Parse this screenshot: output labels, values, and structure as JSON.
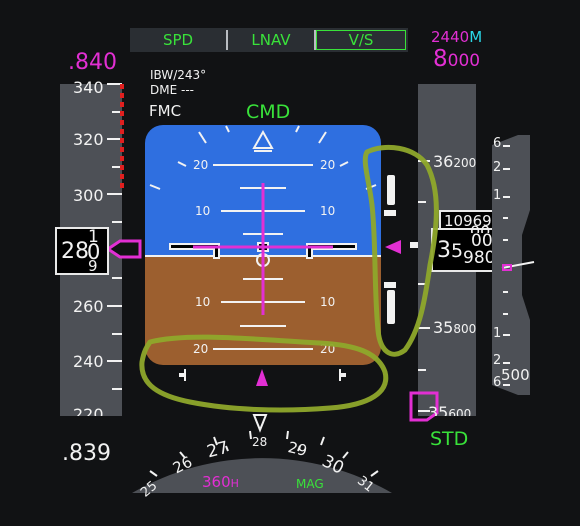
{
  "fma": {
    "speed_mode": "SPD",
    "roll_mode": "LNAV",
    "pitch_mode": "V/S"
  },
  "target_speed": ".840",
  "mach": ".839",
  "selected_altitude": {
    "m_value": "2440",
    "m_unit": "M",
    "ft_big": "8",
    "ft_small": "000"
  },
  "nav_info": {
    "line1": "IBW/243°",
    "line2": "DME ---",
    "fmc": "FMC"
  },
  "autopilot_status": "CMD",
  "speed_tape": {
    "labels": [
      "340",
      "320",
      "300",
      "260",
      "240",
      "220"
    ]
  },
  "current_speed": {
    "main": "28",
    "upper": "1",
    "center": "0",
    "lower": "9"
  },
  "pitch_scale": {
    "labels": [
      "20",
      "10",
      "10",
      "20"
    ]
  },
  "altitude_tape": {
    "labels": [
      {
        "big": "36",
        "small": "200"
      },
      {
        "big": "35",
        "small": "800"
      },
      {
        "big": "35",
        "small": "600"
      }
    ]
  },
  "current_altitude": {
    "meters": "10969",
    "meters_unit": "M",
    "big": "3",
    "big2": "5",
    "roll_upper": "00",
    "roll_center": "980",
    "roll_top": "00"
  },
  "baro": "STD",
  "vsi": {
    "labels": [
      "6",
      "2",
      "1",
      "1",
      "2",
      "6"
    ],
    "rate": "500"
  },
  "heading": {
    "selected": "360",
    "selected_unit": "H",
    "mode": "MAG",
    "labels": [
      "25",
      "26",
      "27",
      "28",
      "29",
      "30",
      "31"
    ]
  },
  "colors": {
    "sky": "#2f6fe0",
    "ground": "#9c5f2f",
    "magenta": "#e22fd3",
    "green": "#39e23a",
    "cyan": "#2ad8e8",
    "annotation": "#8fa82b",
    "speed_band": "#e01f1f"
  }
}
